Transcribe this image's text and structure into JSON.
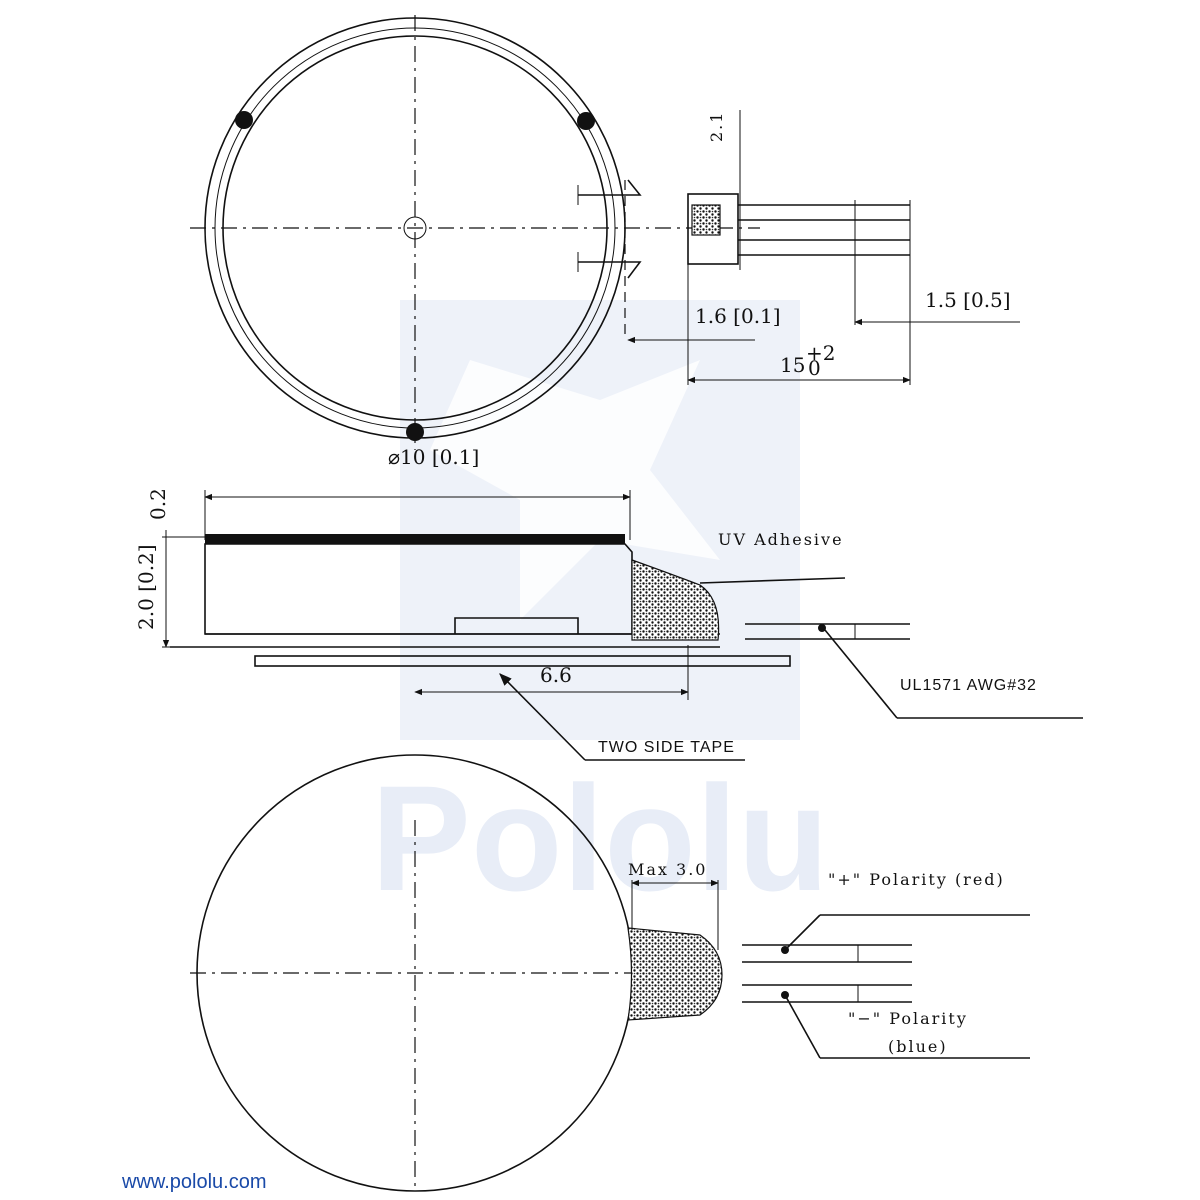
{
  "watermark": {
    "text": "Pololu"
  },
  "top_view": {
    "dim_lead_spacing": "2.1",
    "dim_tab": "1.6 [0.1]",
    "dim_strip": "1.5 [0.5]",
    "dim_lead_length": "15",
    "dim_lead_length_tol_plus": "+2",
    "dim_lead_length_tol_minus": "0",
    "dim_diameter": "⌀10 [0.1]"
  },
  "side_view": {
    "dim_top_layer": "0.2",
    "dim_height": "2.0 [0.2]",
    "dim_width": "6.6",
    "label_adhesive": "UV Adhesive",
    "label_wire": "UL1571  AWG#32",
    "label_tape": "TWO SIDE TAPE"
  },
  "bottom_view": {
    "dim_max": "Max 3.0",
    "label_positive": "\"+\" Polarity (red)",
    "label_negative_1": "\"−\" Polarity",
    "label_negative_2": "(blue)"
  },
  "footer": {
    "url": "www.pololu.com"
  }
}
